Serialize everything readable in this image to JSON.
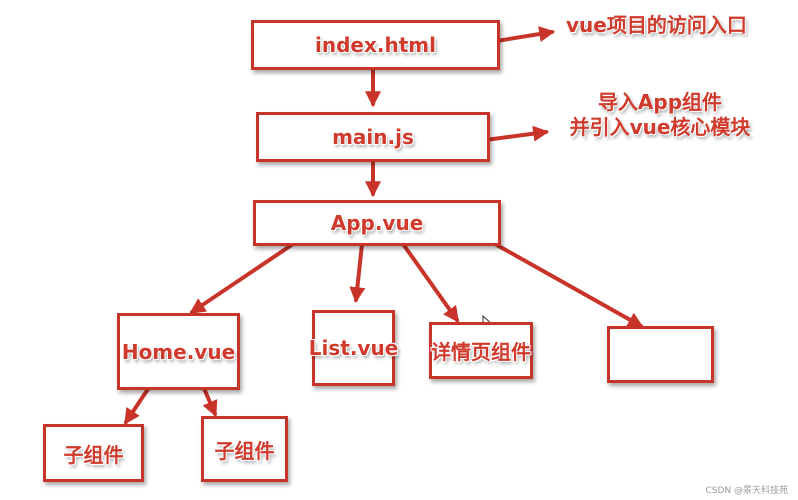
{
  "nodes": {
    "index": "index.html",
    "main": "main.js",
    "app": "App.vue",
    "home": "Home.vue",
    "list": "List.vue",
    "detail": "详情页组件",
    "empty": "",
    "child1": "子组件",
    "child2": "子组件"
  },
  "notes": {
    "index_note": "vue项目的访问入口",
    "main_note_line1": "导入App组件",
    "main_note_line2": "并引入vue核心模块"
  },
  "watermark": "CSDN @景天科技苑",
  "colors": {
    "accent": "#c9342a",
    "text": "#d03a2c"
  }
}
